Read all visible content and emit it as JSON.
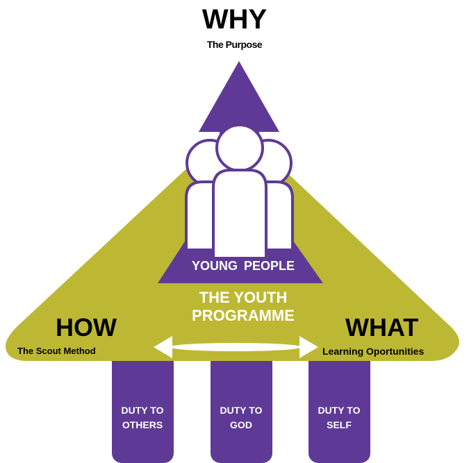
{
  "colors": {
    "purple": "#5e3a96",
    "olive": "#bdb833",
    "white": "#ffffff",
    "text": "#000000"
  },
  "top": {
    "title": "WHY",
    "subtitle": "The Purpose"
  },
  "center": {
    "young_people": "YOUNG PEOPLE",
    "youth_programme": "THE YOUTH PROGRAMME"
  },
  "left": {
    "title": "HOW",
    "subtitle": "The Scout Method"
  },
  "right": {
    "title": "WHAT",
    "subtitle": "Learning Oportunities"
  },
  "pillars": [
    {
      "label": "DUTY TO OTHERS"
    },
    {
      "label": "DUTY TO GOD"
    },
    {
      "label": "DUTY TO SELF"
    }
  ],
  "icons": {
    "arrow": "up-arrow-icon",
    "people": "people-group-icon",
    "double_arrow": "double-headed-arrow-icon"
  }
}
